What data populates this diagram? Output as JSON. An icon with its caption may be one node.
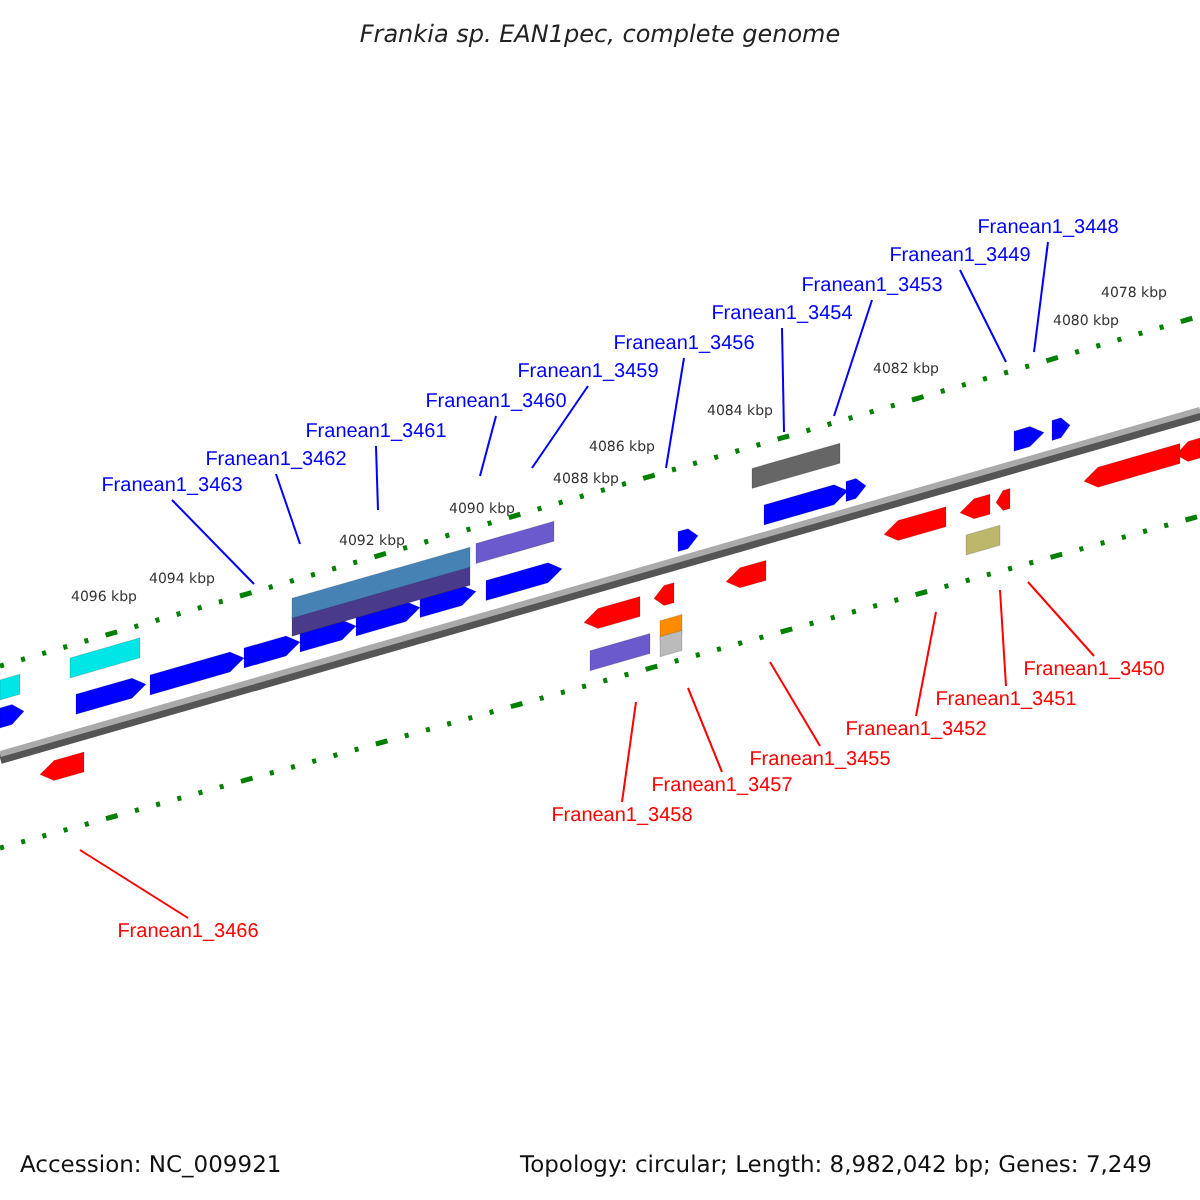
{
  "diagram": {
    "title": "Frankia sp. EAN1pec, complete genome",
    "nodes": [
      {
        "text": [
          "Franean1_3448"
        ]
      },
      {
        "text": [
          "Franean1_3449"
        ]
      },
      {
        "text": [
          "Franean1_3453"
        ]
      },
      {
        "text": [
          "Franean1_3454"
        ]
      },
      {
        "text": [
          "Franean1_3456"
        ]
      },
      {
        "text": [
          "Franean1_3459"
        ]
      },
      {
        "text": [
          "Franean1_3460"
        ]
      },
      {
        "text": [
          "Franean1_3461"
        ]
      },
      {
        "text": [
          "Franean1_3462"
        ]
      },
      {
        "text": [
          "Franean1_3463"
        ]
      },
      {
        "text": [
          "Franean1_3450"
        ]
      },
      {
        "text": [
          "Franean1_3451"
        ]
      },
      {
        "text": [
          "Franean1_3452"
        ]
      },
      {
        "text": [
          "Franean1_3455"
        ]
      },
      {
        "text": [
          "Franean1_3457"
        ]
      },
      {
        "text": [
          "Franean1_3458"
        ]
      },
      {
        "text": [
          "Franean1_3466"
        ]
      }
    ],
    "edges": [
      {
        "from": 0,
        "to": null,
        "arrow": "none"
      },
      {
        "from": 1,
        "to": null,
        "arrow": "none"
      },
      {
        "from": 2,
        "to": null,
        "arrow": "none"
      },
      {
        "from": 3,
        "to": null,
        "arrow": "none"
      },
      {
        "from": 4,
        "to": null,
        "arrow": "none"
      },
      {
        "from": 5,
        "to": null,
        "arrow": "none"
      },
      {
        "from": 6,
        "to": null,
        "arrow": "none"
      },
      {
        "from": 7,
        "to": null,
        "arrow": "none"
      },
      {
        "from": 8,
        "to": null,
        "arrow": "none"
      },
      {
        "from": 9,
        "to": null,
        "arrow": "none"
      },
      {
        "from": 10,
        "to": null,
        "arrow": "none",
        "color": "#ff0000"
      },
      {
        "from": 11,
        "to": null,
        "arrow": "none",
        "color": "#ff0000"
      },
      {
        "from": 12,
        "to": null,
        "arrow": "none",
        "color": "#ff0000"
      },
      {
        "from": 13,
        "to": null,
        "arrow": "none",
        "color": "#ff0000"
      },
      {
        "from": 14,
        "to": null,
        "arrow": "none",
        "color": "#ff0000"
      },
      {
        "from": 15,
        "to": null,
        "arrow": "none",
        "color": "#ff0000"
      },
      {
        "from": 16,
        "to": null,
        "arrow": "none",
        "color": "#ff0000"
      }
    ],
    "labels": [
      "4078 kbp",
      "4080 kbp",
      "4082 kbp",
      "4084 kbp",
      "4086 kbp",
      "4088 kbp",
      "4090 kbp",
      "4092 kbp",
      "4094 kbp",
      "4096 kbp",
      "Accession: NC_009921",
      "Topology: circular; Length: 8,982,042 bp; Genes: 7,249"
    ]
  }
}
